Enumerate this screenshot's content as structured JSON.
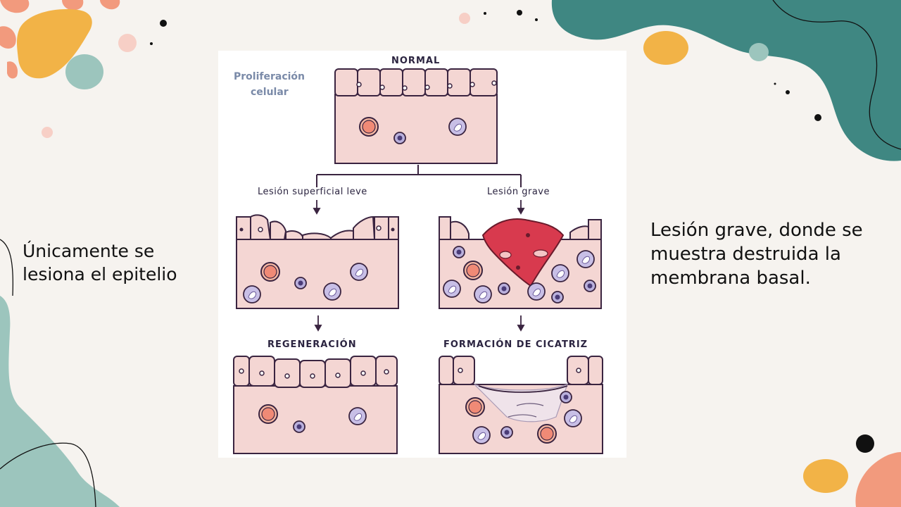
{
  "slide": {
    "left_text": "Únicamente se lesiona el epitelio",
    "right_text": "Lesión grave, donde se muestra destruida la membrana basal."
  },
  "figure": {
    "proliferation_label_line1": "Proliferación",
    "proliferation_label_line2": "celular",
    "normal_label": "NORMAL",
    "mild_injury_label": "Lesión superficial leve",
    "severe_injury_label": "Lesión grave",
    "regeneration_label": "REGENERACIÓN",
    "scar_label": "FORMACIÓN DE CICATRIZ"
  },
  "colors": {
    "background": "#f6f3ef",
    "teal_blob": "#3f8782",
    "mint_blob": "#9cc5bd",
    "orange_blob": "#f2b347",
    "salmon_blob": "#f29a7d",
    "tissue_fill": "#f4d6d3",
    "tissue_stroke": "#3a2440",
    "lesion_red": "#d83a4e"
  }
}
